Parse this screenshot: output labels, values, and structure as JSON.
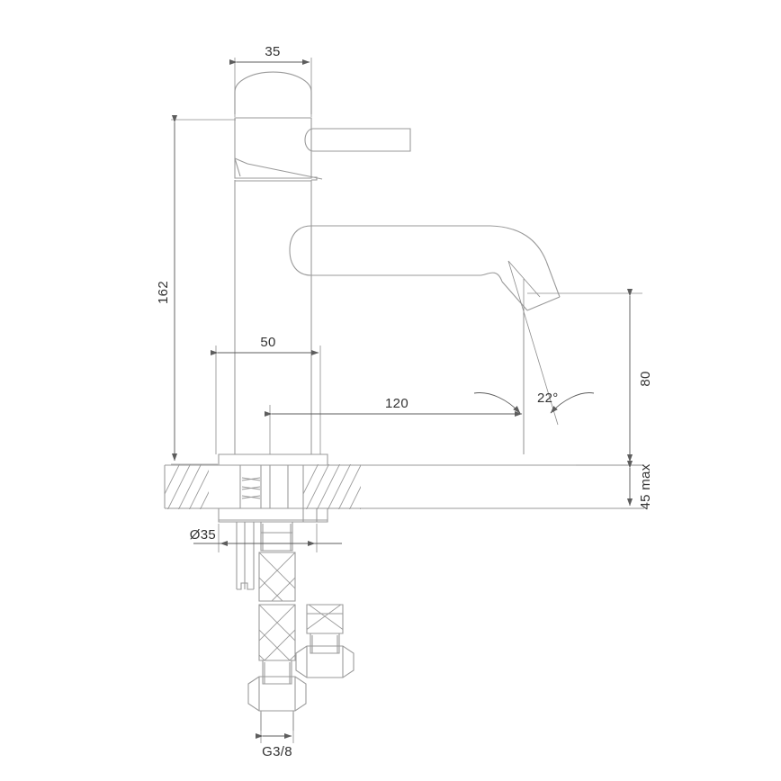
{
  "drawing": {
    "title": "Single-lever basin mixer tap — dimensioned technical drawing",
    "units": "mm",
    "line_color": "#9a9a9a",
    "dimension_color": "#5d5d5d",
    "text_color": "#333333",
    "background": "#ffffff"
  },
  "dimensions": {
    "body_width": "35",
    "overall_height": "162",
    "base_to_spout_front": "50",
    "spout_reach": "120",
    "spout_height": "80",
    "counter_thickness": "45 max",
    "outlet_angle": "22°",
    "shank_diameter": "Ø35",
    "thread_size": "G3/8"
  },
  "labels": [
    {
      "id": "dim-35",
      "text": "35",
      "meaning": "body-width-horizontal-dimension"
    },
    {
      "id": "dim-162",
      "text": "162",
      "meaning": "overall-height-vertical-dimension"
    },
    {
      "id": "dim-50",
      "text": "50",
      "meaning": "base-width-horizontal-dimension"
    },
    {
      "id": "dim-120",
      "text": "120",
      "meaning": "spout-reach-horizontal-dimension"
    },
    {
      "id": "dim-80",
      "text": "80",
      "meaning": "spout-outlet-height-vertical-dimension"
    },
    {
      "id": "dim-45max",
      "text": "45 max",
      "meaning": "countertop-thickness-maximum"
    },
    {
      "id": "dim-22deg",
      "text": "22°",
      "meaning": "outlet-stream-angle"
    },
    {
      "id": "dim-d35",
      "text": "Ø35",
      "meaning": "mounting-hole-diameter"
    },
    {
      "id": "dim-g38",
      "text": "G3/8",
      "meaning": "supply-hose-thread-size"
    }
  ]
}
